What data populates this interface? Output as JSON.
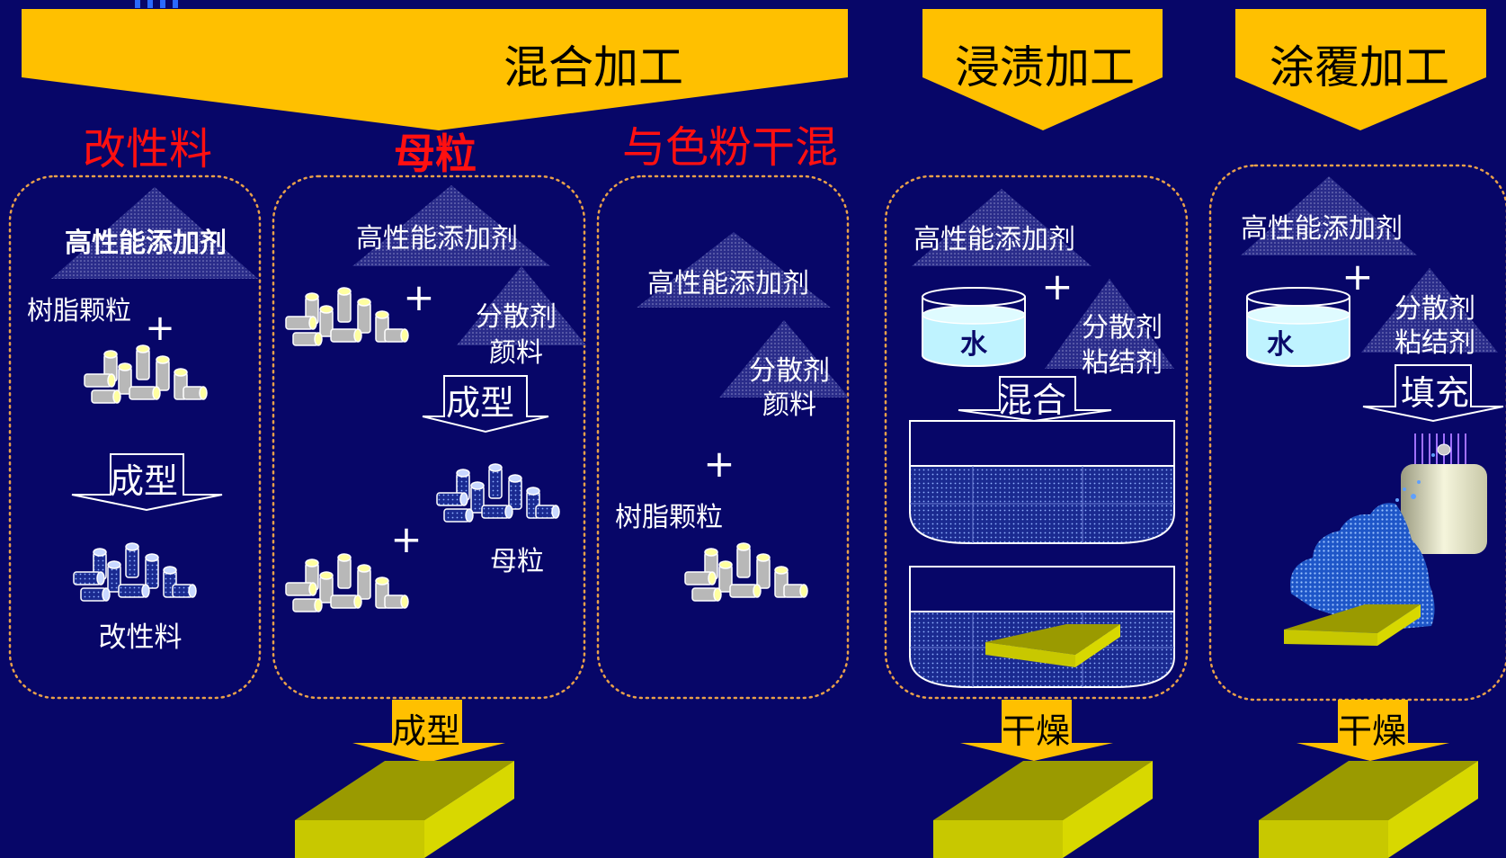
{
  "banners": {
    "mix_method": "混合加工",
    "impregnate_method": "浸渍加工",
    "coat_method": "涂覆加工"
  },
  "headings": {
    "modified": "改性料",
    "masterbatch": "母粒",
    "dry_mix": "与色粉干混"
  },
  "panel1": {
    "additive": "高性能添加剂",
    "resin": "树脂颗粒",
    "plus": "+",
    "form": "成型",
    "result": "改性料"
  },
  "panel2": {
    "additive": "高性能添加剂",
    "dispersant": "分散剂",
    "pigment": "颜料",
    "plus": "+",
    "form": "成型",
    "masterbatch": "母粒"
  },
  "panel3": {
    "additive": "高性能添加剂",
    "dispersant": "分散剂",
    "pigment": "颜料",
    "plus": "+",
    "resin": "树脂颗粒"
  },
  "panel4": {
    "water": "水",
    "additive": "高性能添加剂",
    "dispersant": "分散剂",
    "binder": "粘结剂",
    "plus": "+",
    "mix": "混合"
  },
  "panel5": {
    "additive": "高性能添加剂",
    "water": "水",
    "dispersant": "分散剂",
    "binder": "粘结剂",
    "plus": "+",
    "fill": "填充"
  },
  "bottom": {
    "form": "成型",
    "dry1": "干燥",
    "dry2": "干燥"
  },
  "colors": {
    "background": "#070668",
    "banner": "#FFC000",
    "heading_red": "#FF1010",
    "panel_border": "#E8A04A",
    "board_top": "#9A9A00",
    "board_side": "#D8D800",
    "water": "#BFF3FF",
    "spray": "#2A6FD6"
  }
}
